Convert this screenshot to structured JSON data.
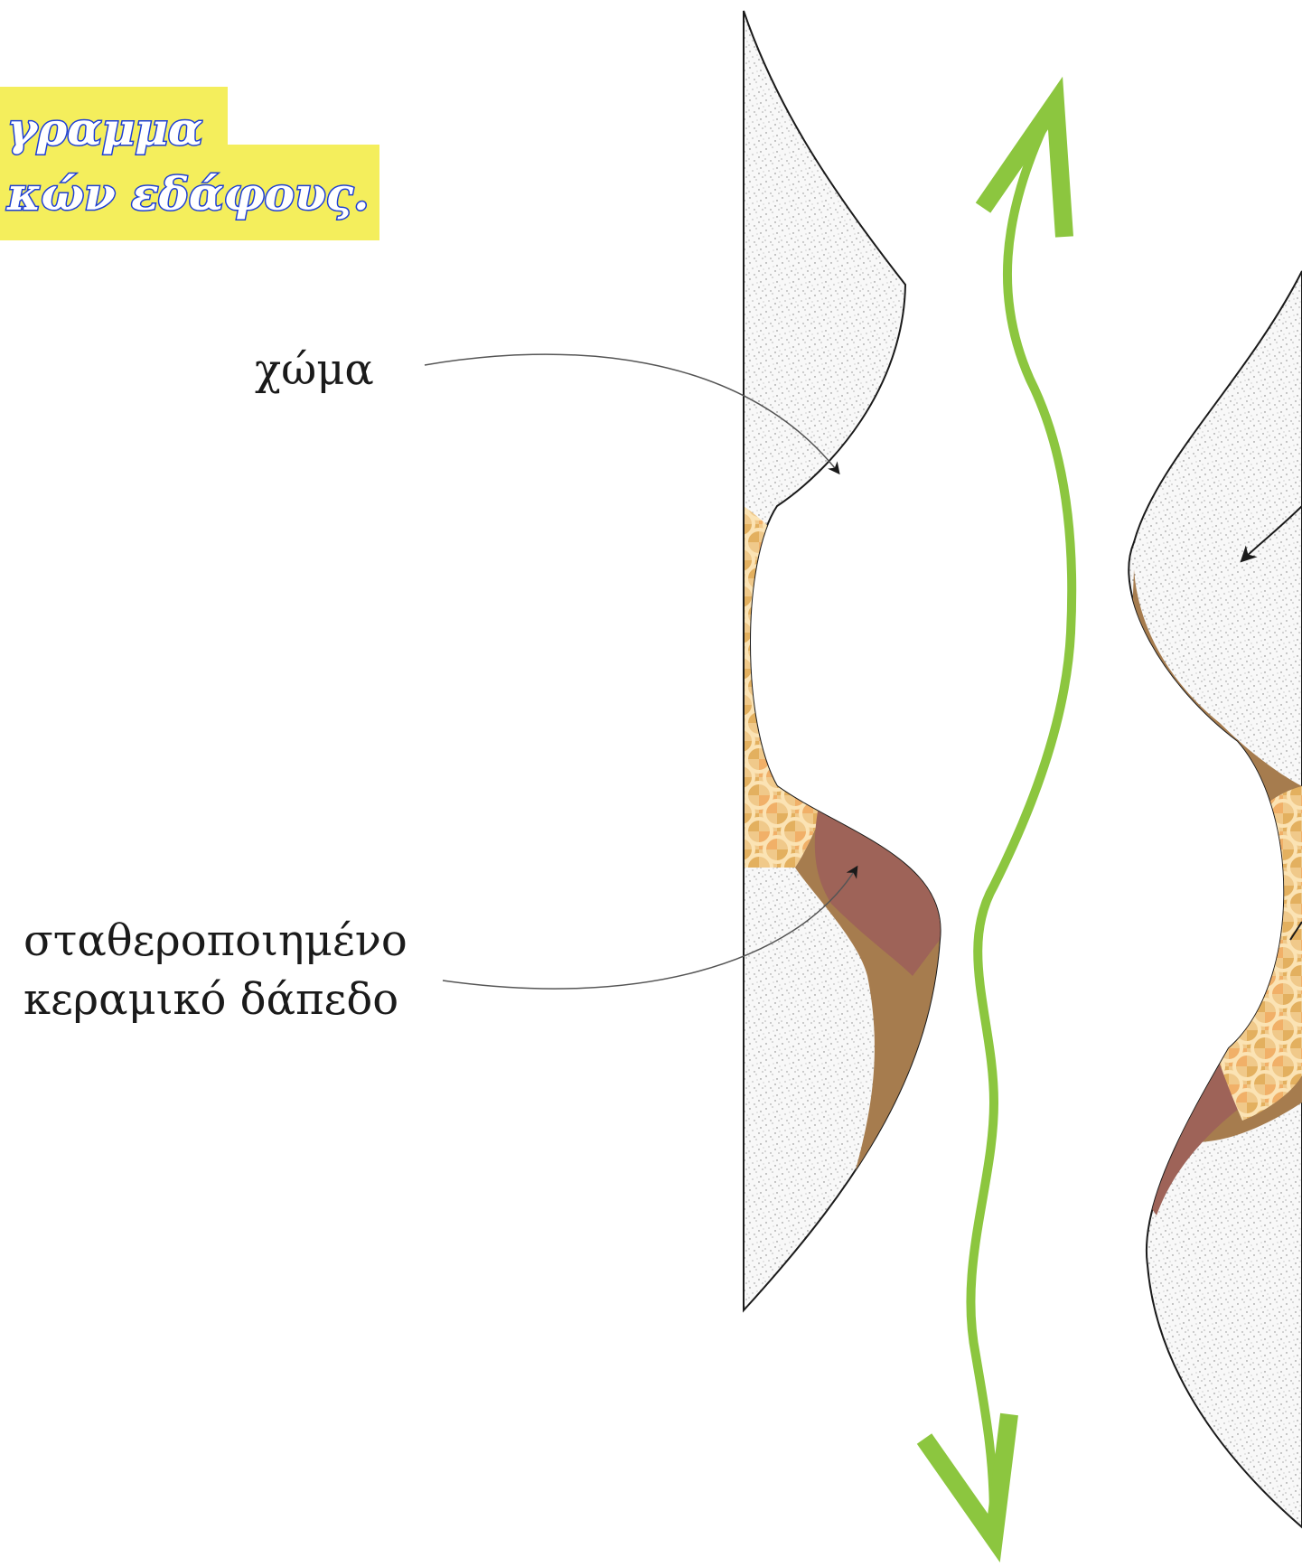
{
  "title": {
    "line1": "γραμμα",
    "line2": "κών εδάφους."
  },
  "labels": {
    "soil": "χώμα",
    "stabilized_floor_line1": "σταθεροποιημένο",
    "stabilized_floor_line2": "κεραμικό δάπεδο"
  },
  "colors": {
    "title_highlight": "#f4ee5c",
    "title_text_outline": "#1e3fd6",
    "soil_layer": "#a67c4e",
    "stabilized_floor": "#9e6358",
    "tile_base": "#f0c98a",
    "tile_accent": "#f29b4c",
    "tile_dark": "#d99a3c",
    "arrow_green": "#8cc63f",
    "speckle_fill": "#f7f7f7"
  },
  "icons": {
    "movement_arrow": "double-headed-wavy-arrow-icon"
  }
}
